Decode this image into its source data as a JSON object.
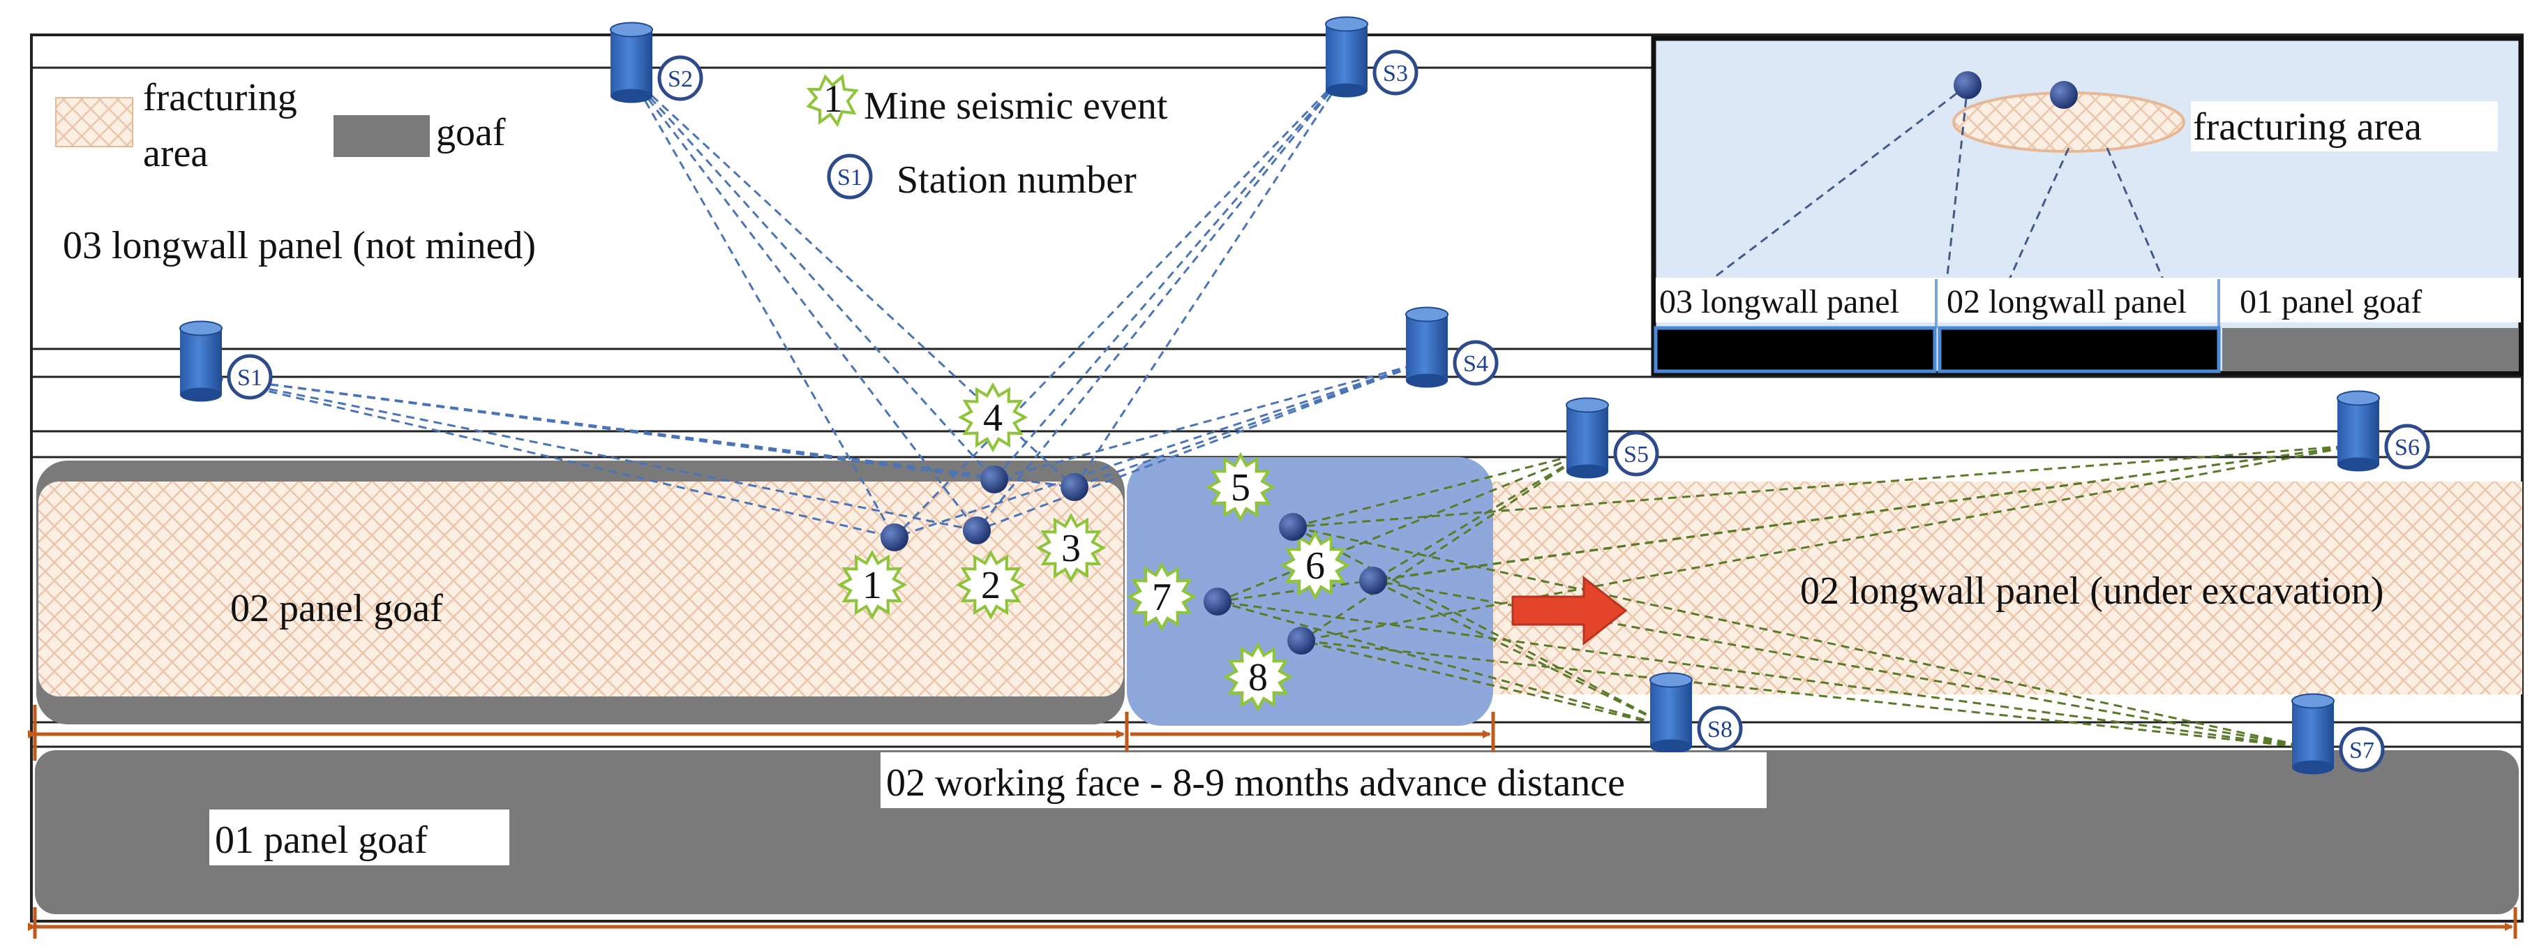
{
  "legend": {
    "fracturing_label_1": "fracturing",
    "fracturing_label_2": "area",
    "goaf_label": "goaf",
    "seismic_label": "Mine seismic event",
    "seismic_example_number": "1",
    "station_label": "Station number",
    "station_example_label": "S1"
  },
  "areas": {
    "panel03": "03 longwall panel (not mined)",
    "panel02_goaf": "02 panel goaf",
    "panel02_excavation": "02 longwall panel (under excavation)",
    "panel01_goaf": "01 panel goaf",
    "advance_distance": "02 working face - 8-9 months advance distance"
  },
  "inset": {
    "fracturing_area": "fracturing area",
    "panel03": "03 longwall panel",
    "panel02": "02 longwall panel",
    "panel01": "01 panel goaf"
  },
  "stations": [
    {
      "id": "s1",
      "label": "S1"
    },
    {
      "id": "s2",
      "label": "S2"
    },
    {
      "id": "s3",
      "label": "S3"
    },
    {
      "id": "s4",
      "label": "S4"
    },
    {
      "id": "s5",
      "label": "S5"
    },
    {
      "id": "s6",
      "label": "S6"
    },
    {
      "id": "s7",
      "label": "S7"
    },
    {
      "id": "s8",
      "label": "S8"
    }
  ],
  "events": [
    "1",
    "2",
    "3",
    "4",
    "5",
    "6",
    "7",
    "8"
  ],
  "colors": {
    "goaf": "#7a7a7a",
    "fracturing_fill": "#fbeee3",
    "fracturing_hatch": "#ecc6aa",
    "working_face": "#8fa8dc",
    "station": "#2e63b8",
    "event_ball": "#1e3778",
    "ray_blue": "#4a74b8",
    "ray_green": "#5a7a2a",
    "dimension": "#c05a1a",
    "arrow": "#e3442a",
    "inset_bg": "#dce8f5"
  }
}
